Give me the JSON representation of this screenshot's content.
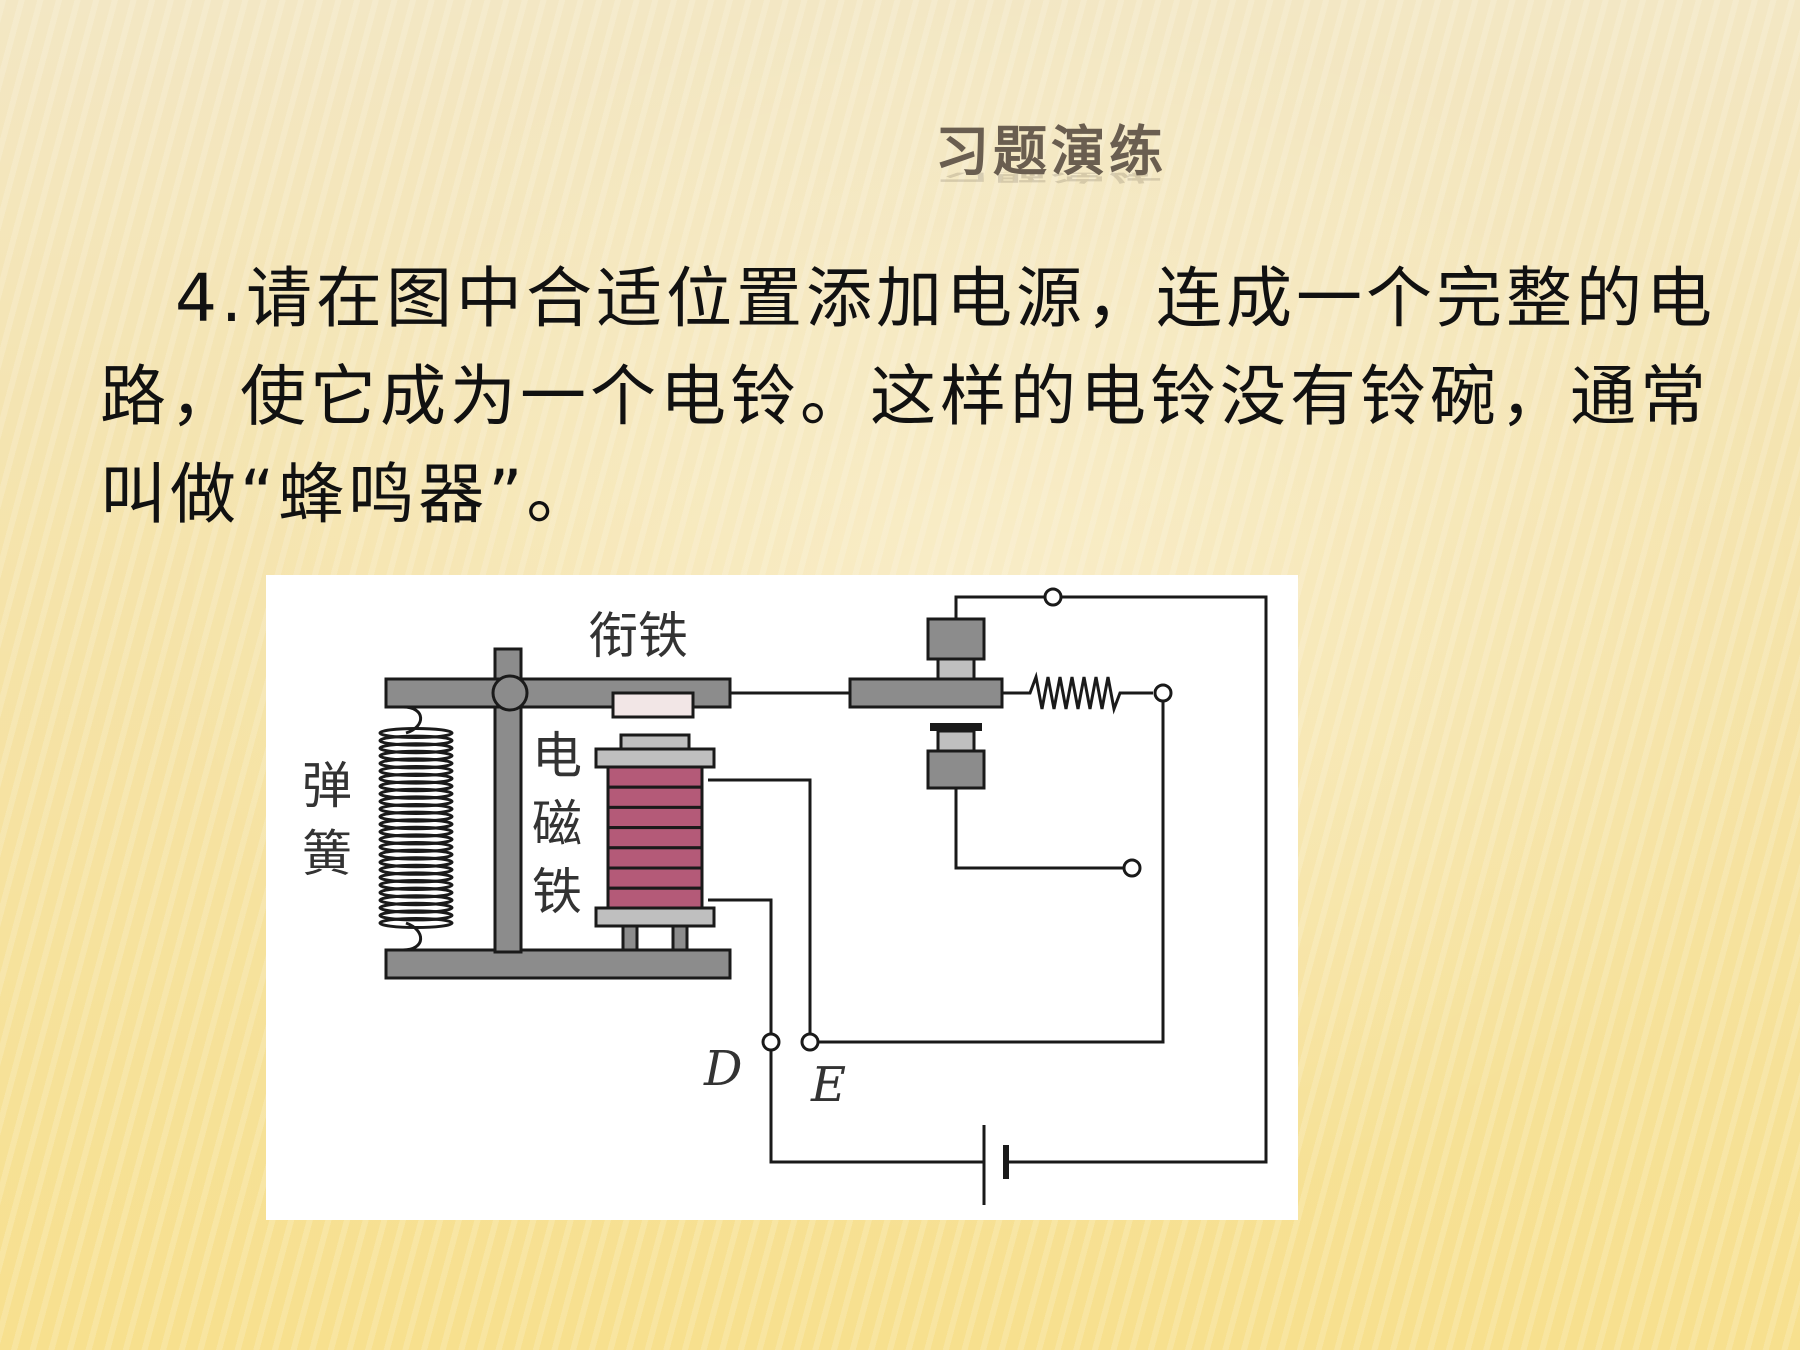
{
  "heading": "习题演练",
  "question": "4.请在图中合适位置添加电源，连成一个完整的电路，使它成为一个电铃。这样的电铃没有铃碗，通常叫做“蜂鸣器”。",
  "figure": {
    "labels": {
      "armature": "衔铁",
      "spring": [
        "弹",
        "簧"
      ],
      "electromagnet": [
        "电",
        "磁",
        "铁"
      ],
      "terminal_d": "D",
      "terminal_e": "E"
    },
    "colors": {
      "frame": "#8c8c8c",
      "coil": "#b45a78",
      "core_cap": "#bfbfbf",
      "armature_pad": "#f2e6e6"
    }
  }
}
